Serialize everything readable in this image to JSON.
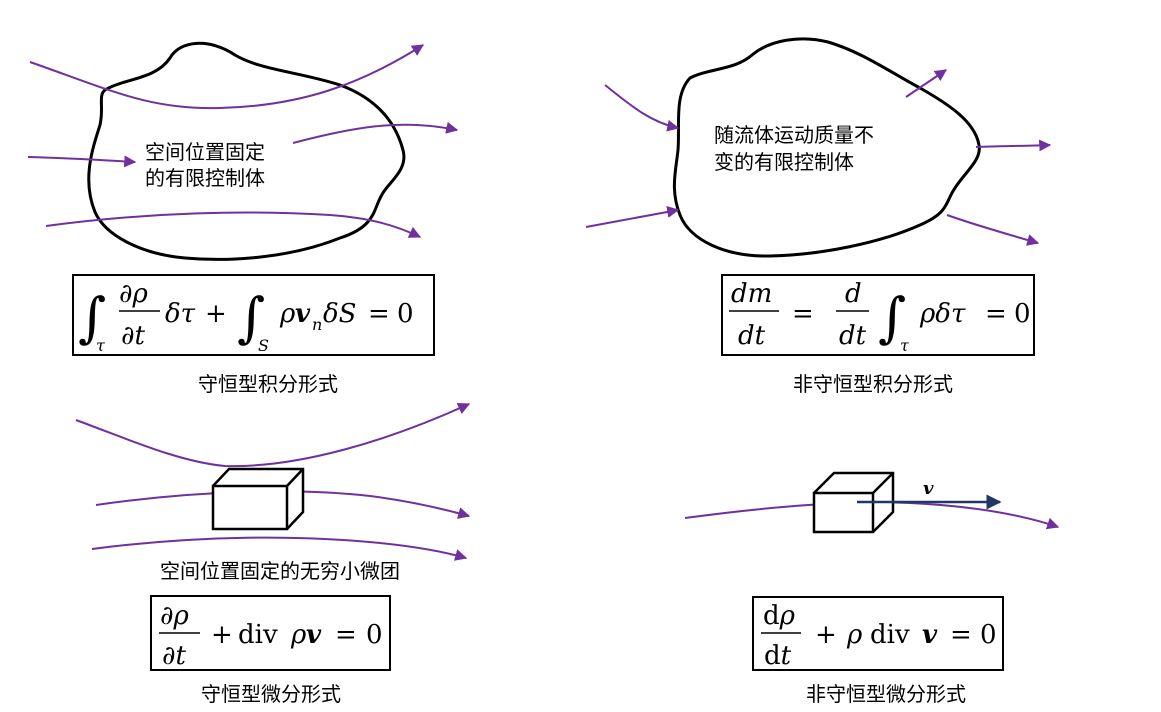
{
  "panels": {
    "top_left": {
      "region_text_1": "空间位置固定",
      "region_text_2": "的有限控制体",
      "caption": "守恒型积分形式",
      "equation": "∫_τ ∂ρ/∂t δτ + ∫_S ρ v_n δS = 0"
    },
    "top_right": {
      "region_text_1": "随流体运动质量不",
      "region_text_2": "变的有限控制体",
      "caption": "非守恒型积分形式",
      "equation": "dm/dt = d/dt ∫_τ ρ δτ = 0"
    },
    "bottom_left": {
      "element_label": "空间位置固定的无穷小微团",
      "caption": "守恒型微分形式",
      "equation": "∂ρ/∂t + div ρv = 0"
    },
    "bottom_right": {
      "velocity_label": "v",
      "caption": "非守恒型微分形式",
      "equation": "dρ/dt + ρ div v = 0"
    }
  },
  "colors": {
    "streamline": "#7030a0",
    "velocity_arrow": "#1f3864",
    "outline": "#000000"
  }
}
